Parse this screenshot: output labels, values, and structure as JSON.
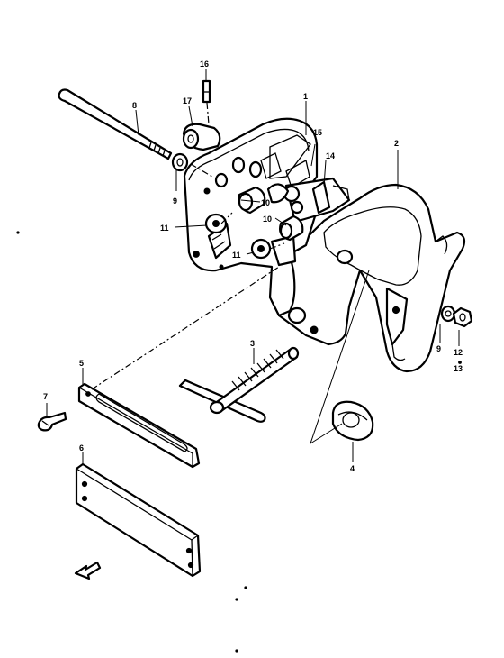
{
  "callouts": {
    "c1": "1",
    "c2": "2",
    "c3": "3",
    "c4": "4",
    "c5": "5",
    "c6": "6",
    "c7": "7",
    "c8": "8",
    "c9a": "9",
    "c9b": "9",
    "c10a": "10",
    "c10b": "10",
    "c11a": "11",
    "c11b": "11",
    "c12": "12",
    "c13": "13",
    "c14": "14",
    "c15": "15",
    "c16": "16",
    "c17": "17"
  }
}
